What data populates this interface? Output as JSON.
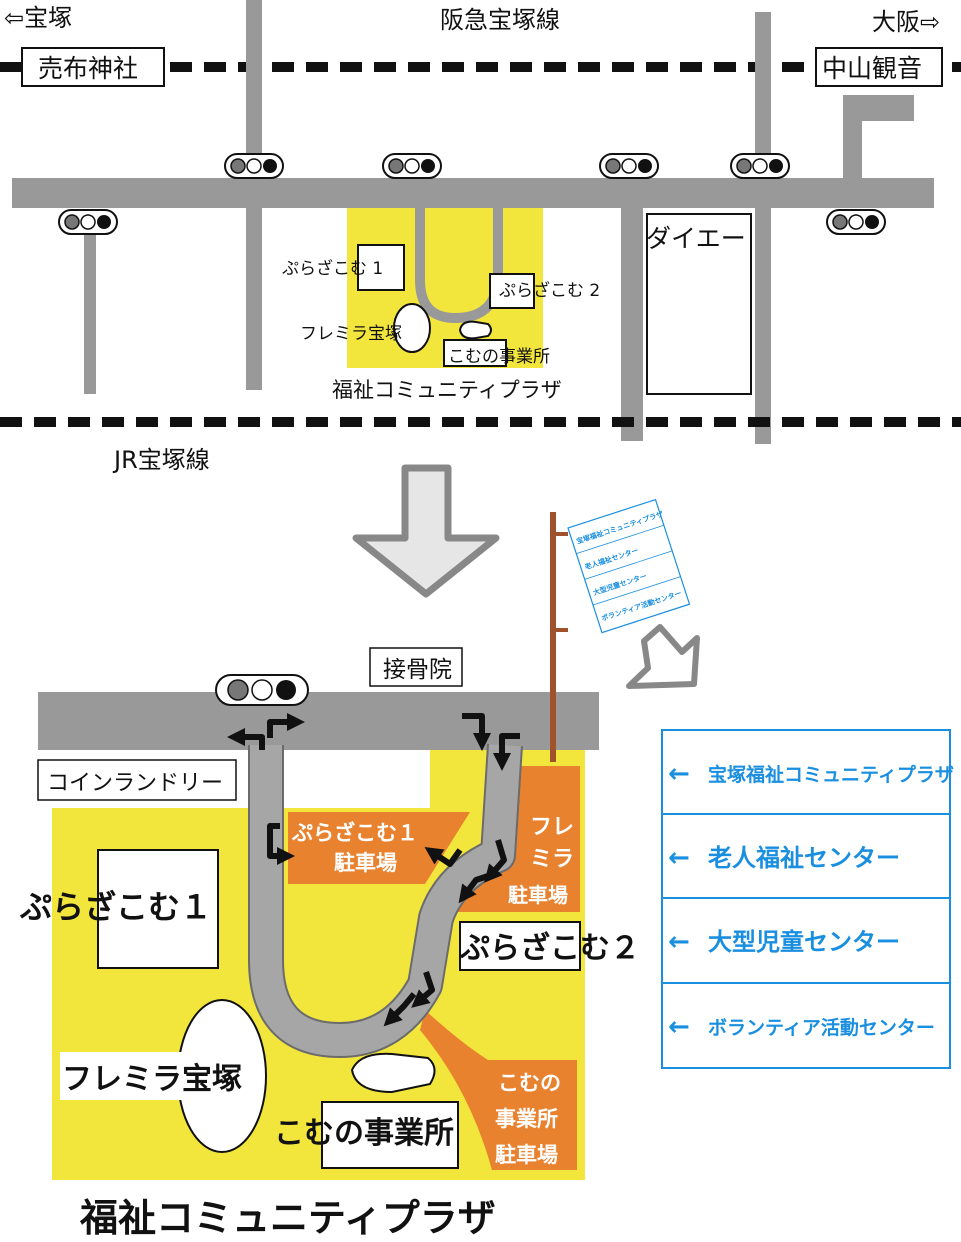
{
  "top": {
    "dir_left": "⇦宝塚",
    "dir_right": "大阪⇨",
    "hankyu_line": "阪急宝塚線",
    "station_left": "売布神社",
    "station_right": "中山観音",
    "jr_line": "JR宝塚線",
    "daiei": "ダイエー",
    "plazacom1": "ぷらざこむ 1",
    "plazacom2": "ぷらざこむ 2",
    "fremira": "フレミラ宝塚",
    "comu": "こむの事業所",
    "site": "福祉コミュニティプラザ"
  },
  "bottom": {
    "sekkotsuin": "接骨院",
    "coin_laundry": "コインランドリー",
    "p1_parking_l1": "ぷらざこむ１",
    "p1_parking_l2": "駐車場",
    "fr_parking_l1": "フレ",
    "fr_parking_l2": "ミラ",
    "fr_parking_l3": "駐車場",
    "comu_parking_l1": "こむの",
    "comu_parking_l2": "事業所",
    "comu_parking_l3": "駐車場",
    "plazacom1": "ぷらざこむ１",
    "plazacom2": "ぷらざこむ２",
    "fremira": "フレミラ宝塚",
    "comu": "こむの事業所",
    "site": "福祉コミュニティプラザ"
  },
  "sign": {
    "items": [
      "宝塚福祉コミュニティプラザ",
      "老人福祉センター",
      "大型児童センター",
      "ボランティア活動センター"
    ],
    "board_items": [
      "宝塚福祉コミュニティプラザ",
      "老人福祉センター",
      "大型児童センター",
      "ボランティア活動センター"
    ],
    "arrow": "←"
  },
  "colors": {
    "road": "#999999",
    "site": "#f2e63d",
    "parking": "#e8822f",
    "sign": "#1a8fe0",
    "pole": "#a0522d"
  }
}
